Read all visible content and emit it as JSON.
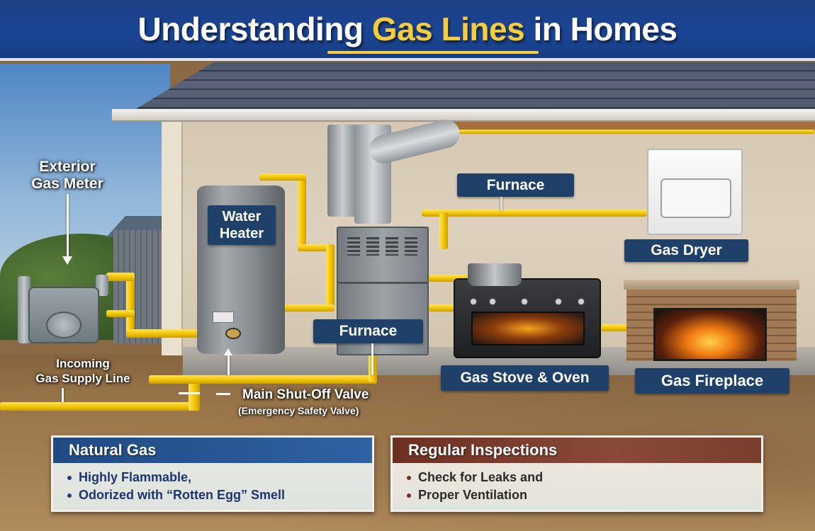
{
  "header": {
    "title_part1": "Understanding ",
    "title_highlight": "Gas Lines",
    "title_part2": " in Homes",
    "background_color": "#1a4594",
    "highlight_color": "#f4cc3c"
  },
  "labels": {
    "exterior_meter_line1": "Exterior",
    "exterior_meter_line2": "Gas Meter",
    "water_heater_line1": "Water",
    "water_heater_line2": "Heater",
    "furnace_upper": "Furnace",
    "furnace_lower": "Furnace",
    "gas_dryer": "Gas Dryer",
    "gas_stove_oven": "Gas Stove & Oven",
    "gas_fireplace": "Gas Fireplace",
    "incoming_line1": "Incoming",
    "incoming_line2": "Gas Supply Line",
    "shutoff_main": "Main Shut-Off Valve",
    "shutoff_sub": "(Emergency Safety Valve)"
  },
  "cards": [
    {
      "title": "Natural Gas",
      "header_color": "#2a5a96",
      "bullet_color": "#1f3f7a",
      "text_color": "#1c3470",
      "items": [
        "Highly Flammable,",
        "Odorized with “Rotten Egg” Smell"
      ]
    },
    {
      "title": "Regular Inspections",
      "header_color": "#7a3a2c",
      "bullet_color": "#7a2a22",
      "text_color": "#2a2a2a",
      "items": [
        "Check for Leaks and",
        "Proper Ventilation"
      ]
    }
  ],
  "colors": {
    "gas_pipe": "#f2c300",
    "label_box": "#1f4068"
  }
}
